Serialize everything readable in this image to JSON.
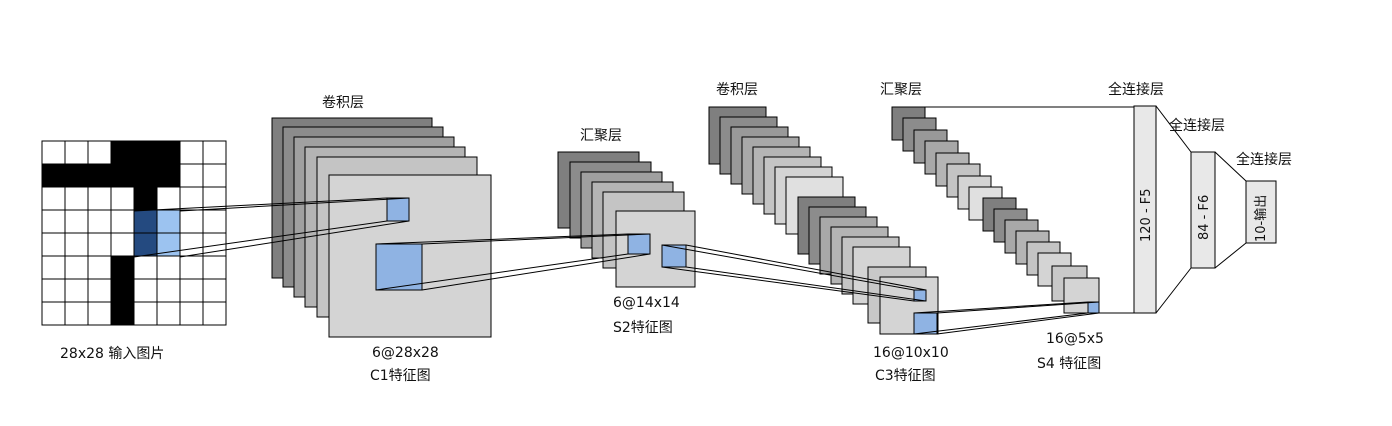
{
  "input": {
    "label": "28x28 输入图片",
    "grid_rows": 8,
    "grid_cols": 8,
    "filled_cells": [
      [
        0,
        3
      ],
      [
        0,
        4
      ],
      [
        0,
        5
      ],
      [
        1,
        0
      ],
      [
        1,
        1
      ],
      [
        1,
        2
      ],
      [
        1,
        3
      ],
      [
        1,
        4
      ],
      [
        1,
        5
      ],
      [
        2,
        4
      ],
      [
        5,
        3
      ],
      [
        6,
        3
      ],
      [
        7,
        3
      ]
    ],
    "highlight_dark": [
      [
        3,
        4
      ],
      [
        4,
        4
      ]
    ],
    "highlight_light": [
      [
        3,
        5
      ],
      [
        4,
        5
      ]
    ]
  },
  "layers": {
    "conv1": {
      "title": "卷积层",
      "size": "6@28x28",
      "name": "C1特征图"
    },
    "pool1": {
      "title": "汇聚层",
      "size": "6@14x14",
      "name": "S2特征图"
    },
    "conv2": {
      "title": "卷积层",
      "size": "16@10x10",
      "name": "C3特征图"
    },
    "pool2": {
      "title": "汇聚层",
      "size": "16@5x5",
      "name": "S4 特征图"
    },
    "fc5": {
      "title": "全连接层",
      "label": "120 - F5"
    },
    "fc6": {
      "title": "全连接层",
      "label": "84 - F6"
    },
    "out": {
      "title": "全连接层",
      "label": "10-输出"
    }
  },
  "colors": {
    "filled": "#000000",
    "highlight_dark": "#244a80",
    "highlight_light": "#9cc3f0",
    "receptive": "#8fb3e3",
    "layer_light": "#d4d4d4",
    "layer_mid": "#a8a8a8",
    "layer_dark": "#808080"
  }
}
